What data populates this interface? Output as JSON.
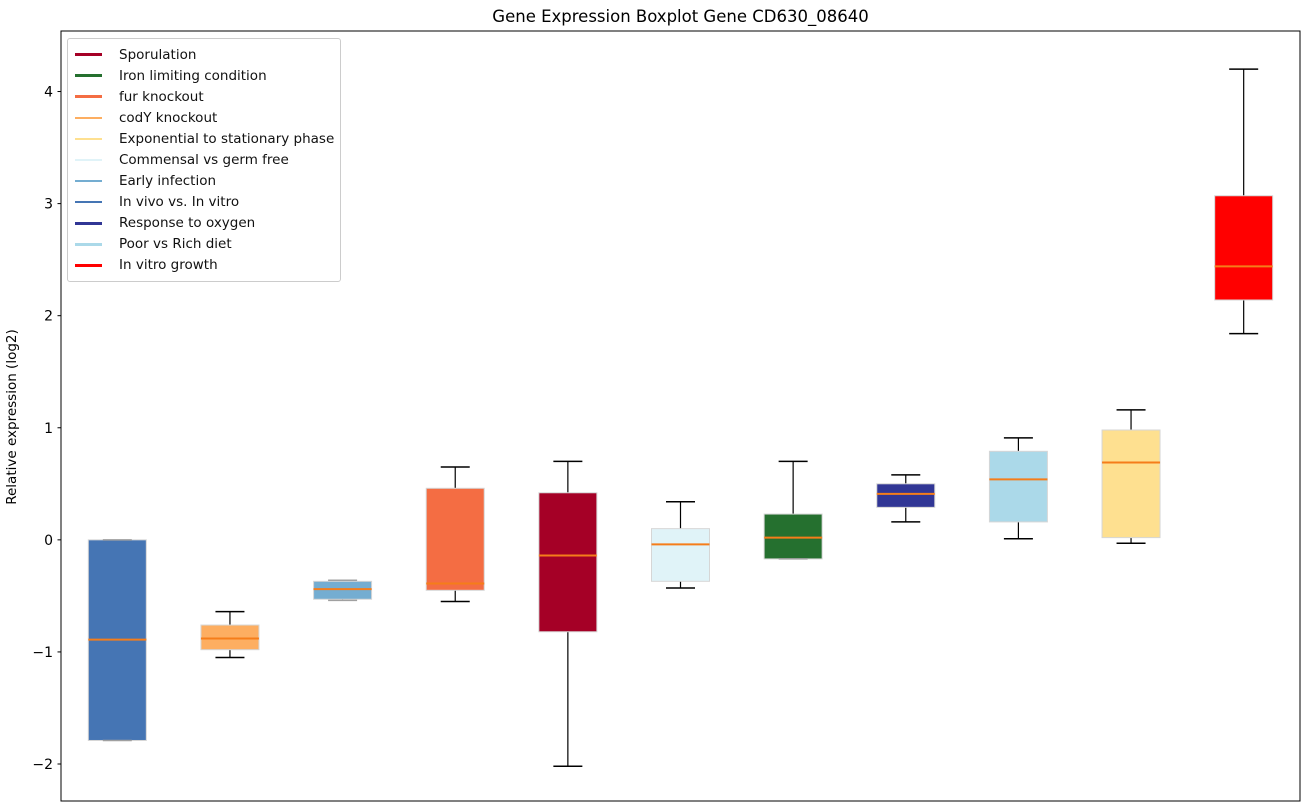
{
  "figure": {
    "title": "Gene Expression Boxplot Gene CD630_08640",
    "ylabel": "Relative expression (log2)"
  },
  "chart_data": {
    "type": "boxplot",
    "title": "Gene Expression Boxplot Gene CD630_08640",
    "xlabel": "",
    "ylabel": "Relative expression (log2)",
    "ylim": [
      -2.33,
      4.54
    ],
    "yticks": [
      4,
      3,
      2,
      1,
      0,
      -1,
      -2
    ],
    "ytick_labels": [
      "4",
      "3",
      "2",
      "1",
      "0",
      "−1",
      "−2"
    ],
    "grid": false,
    "x_tick_labels_visible": false,
    "legend_position": "upper left",
    "legend": [
      {
        "label": "Sporulation",
        "color": "#a50026"
      },
      {
        "label": "Iron limiting condition",
        "color": "#25702f"
      },
      {
        "label": "fur knockout",
        "color": "#f46d43"
      },
      {
        "label": "codY knockout",
        "color": "#fdae61"
      },
      {
        "label": "Exponential to stationary phase",
        "color": "#fee090"
      },
      {
        "label": "Commensal vs germ free",
        "color": "#e0f3f8"
      },
      {
        "label": "Early infection",
        "color": "#74add1"
      },
      {
        "label": "In vivo vs. In vitro",
        "color": "#4575b4"
      },
      {
        "label": "Response to oxygen",
        "color": "#313695"
      },
      {
        "label": "Poor vs Rich diet",
        "color": "#abd9e9"
      },
      {
        "label": "In vitro growth",
        "color": "#ff0000"
      }
    ],
    "boxes": [
      {
        "label": "In vivo vs. In vitro",
        "color": "#4575b4",
        "whislo": -1.79,
        "q1": -1.79,
        "med": -0.89,
        "q3": 0.0,
        "whishi": 0.0
      },
      {
        "label": "codY knockout",
        "color": "#fdae61",
        "whislo": -1.05,
        "q1": -0.98,
        "med": -0.88,
        "q3": -0.76,
        "whishi": -0.64
      },
      {
        "label": "Early infection",
        "color": "#74add1",
        "whislo": -0.54,
        "q1": -0.53,
        "med": -0.44,
        "q3": -0.37,
        "whishi": -0.36
      },
      {
        "label": "fur knockout",
        "color": "#f46d43",
        "whislo": -0.55,
        "q1": -0.45,
        "med": -0.39,
        "q3": 0.46,
        "whishi": 0.65
      },
      {
        "label": "Sporulation",
        "color": "#a50026",
        "whislo": -2.02,
        "q1": -0.82,
        "med": -0.14,
        "q3": 0.42,
        "whishi": 0.7
      },
      {
        "label": "Commensal vs germ free",
        "color": "#e0f3f8",
        "whislo": -0.43,
        "q1": -0.37,
        "med": -0.04,
        "q3": 0.1,
        "whishi": 0.34
      },
      {
        "label": "Iron limiting condition",
        "color": "#25702f",
        "whislo": -0.17,
        "q1": -0.17,
        "med": 0.02,
        "q3": 0.23,
        "whishi": 0.7
      },
      {
        "label": "Response to oxygen",
        "color": "#313695",
        "whislo": 0.16,
        "q1": 0.29,
        "med": 0.41,
        "q3": 0.5,
        "whishi": 0.58
      },
      {
        "label": "Poor vs Rich diet",
        "color": "#abd9e9",
        "whislo": 0.01,
        "q1": 0.16,
        "med": 0.54,
        "q3": 0.79,
        "whishi": 0.91
      },
      {
        "label": "Exponential to stationary phase",
        "color": "#fee090",
        "whislo": -0.03,
        "q1": 0.02,
        "med": 0.69,
        "q3": 0.98,
        "whishi": 1.16
      },
      {
        "label": "In vitro growth",
        "color": "#ff0000",
        "whislo": 1.84,
        "q1": 2.14,
        "med": 2.44,
        "q3": 3.07,
        "whishi": 4.2
      }
    ],
    "style": {
      "median_color": "#f57d1a",
      "box_edge_color": "#d6d6d6",
      "whisker_color": "#000000",
      "coincident_cap_color": "#a0a0a0",
      "spine_color": "#000000"
    }
  }
}
